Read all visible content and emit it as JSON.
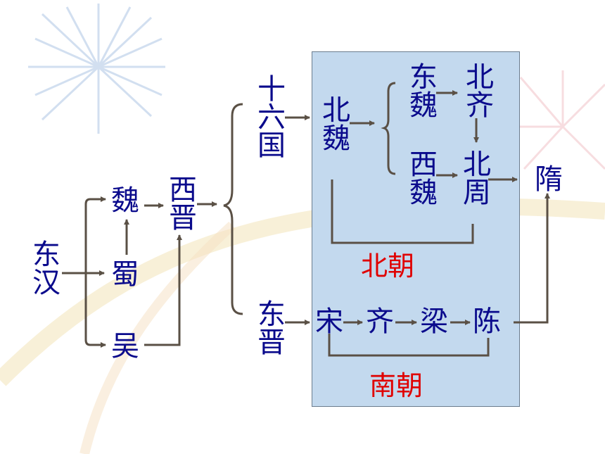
{
  "nodes": {
    "donghan": "东汉",
    "wei": "魏",
    "shu": "蜀",
    "wu": "吴",
    "xijin": "西晋",
    "shiliuguo": "十六国",
    "dongjin": "东晋",
    "beiwei": "北魏",
    "dongwei": "东魏",
    "xiwei": "西魏",
    "beiqi": "北齐",
    "beizhou": "北周",
    "song": "宋",
    "qi": "齐",
    "liang": "梁",
    "chen": "陈",
    "sui": "隋"
  },
  "labels": {
    "beichao": "北朝",
    "nanchao": "南朝"
  },
  "colors": {
    "node_text": "#0a0a8c",
    "label_text": "#e00000",
    "panel_fill": "#c3d9ee",
    "connector": "#5a5045"
  }
}
